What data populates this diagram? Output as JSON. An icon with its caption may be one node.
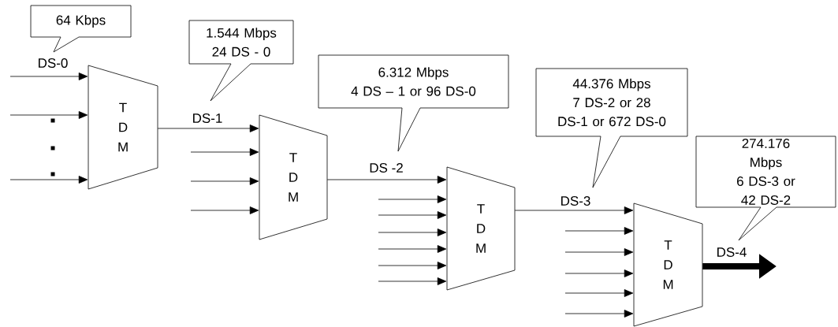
{
  "diagram": {
    "nodes": [
      {
        "text": [
          "64 Kbps"
        ]
      },
      {
        "text": [
          "T D M"
        ]
      },
      {
        "text": [
          "1.544 Mbps",
          "24 DS - 0"
        ]
      },
      {
        "text": [
          "T D M"
        ]
      },
      {
        "text": [
          "6.312 Mbps",
          "4 DS – 1 or 96 DS-0"
        ]
      },
      {
        "text": [
          "T D M"
        ]
      },
      {
        "text": [
          "44.376 Mbps",
          "7 DS-2 or 28 DS-1 or 672 DS-0"
        ]
      },
      {
        "text": [
          "T D M"
        ]
      },
      {
        "text": [
          "274.176 Mbps",
          "6 DS-3 or 42 DS-2"
        ]
      }
    ],
    "edges": [
      {
        "from": null,
        "to": 1,
        "arrow": "to",
        "label": "DS-0"
      },
      {
        "from": null,
        "to": 1,
        "arrow": "to"
      },
      {
        "from": null,
        "to": 1,
        "arrow": "to"
      },
      {
        "from": 1,
        "to": 3,
        "arrow": "to",
        "label": "DS-1"
      },
      {
        "from": null,
        "to": 3,
        "arrow": "to"
      },
      {
        "from": null,
        "to": 3,
        "arrow": "to"
      },
      {
        "from": null,
        "to": 3,
        "arrow": "to"
      },
      {
        "from": 3,
        "to": 5,
        "arrow": "to",
        "label": "DS -2"
      },
      {
        "from": null,
        "to": 5,
        "arrow": "to"
      },
      {
        "from": null,
        "to": 5,
        "arrow": "to"
      },
      {
        "from": null,
        "to": 5,
        "arrow": "to"
      },
      {
        "from": null,
        "to": 5,
        "arrow": "to"
      },
      {
        "from": null,
        "to": 5,
        "arrow": "to"
      },
      {
        "from": null,
        "to": 5,
        "arrow": "to"
      },
      {
        "from": 5,
        "to": 7,
        "arrow": "to",
        "label": "DS-3"
      },
      {
        "from": null,
        "to": 7,
        "arrow": "to"
      },
      {
        "from": null,
        "to": 7,
        "arrow": "to"
      },
      {
        "from": null,
        "to": 7,
        "arrow": "to"
      },
      {
        "from": null,
        "to": 7,
        "arrow": "to"
      },
      {
        "from": null,
        "to": 7,
        "arrow": "to"
      },
      {
        "from": 7,
        "to": null,
        "arrow": "to",
        "label": "DS-4",
        "style": "thick"
      }
    ]
  }
}
